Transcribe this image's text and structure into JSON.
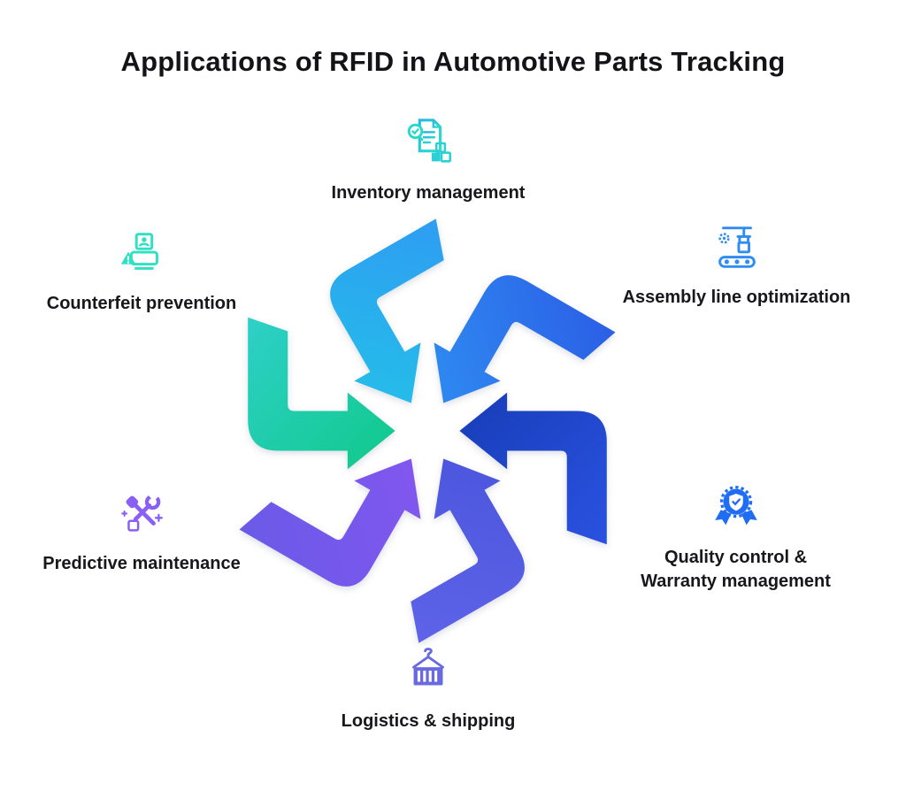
{
  "title": "Applications of RFID in Automotive Parts Tracking",
  "items": [
    {
      "label": "Inventory management",
      "icon": "inventory-management-icon",
      "accent": "#28cfd4",
      "position": "top"
    },
    {
      "label": "Assembly line optimization",
      "icon": "assembly-line-icon",
      "accent": "#2e8cf2",
      "position": "upper-right"
    },
    {
      "label": "Quality control &\nWarranty management",
      "icon": "quality-control-badge-icon",
      "accent": "#1e6df2",
      "position": "lower-right"
    },
    {
      "label": "Logistics & shipping",
      "icon": "logistics-shipping-icon",
      "accent": "#6a6ae0",
      "position": "bottom"
    },
    {
      "label": "Predictive maintenance",
      "icon": "predictive-maintenance-icon",
      "accent": "#8a5ff5",
      "position": "lower-left"
    },
    {
      "label": "Counterfeit prevention",
      "icon": "counterfeit-prevention-icon",
      "accent": "#2ee0c4",
      "position": "upper-left"
    }
  ],
  "center_graphic": {
    "description": "six curved arrows cycling inward toward a white star center",
    "arm_colors": [
      {
        "position": "west",
        "from": "#10c98a",
        "to": "#2ed0c8"
      },
      {
        "position": "north-west",
        "from": "#24c0e8",
        "to": "#2e9df2"
      },
      {
        "position": "north-east",
        "from": "#2f8ef2",
        "to": "#2b5fe6"
      },
      {
        "position": "east",
        "from": "#173db8",
        "to": "#2a52e0"
      },
      {
        "position": "south-east",
        "from": "#4a55dd",
        "to": "#5e63e8"
      },
      {
        "position": "south-west",
        "from": "#8456f0",
        "to": "#6a5ae8"
      }
    ]
  }
}
